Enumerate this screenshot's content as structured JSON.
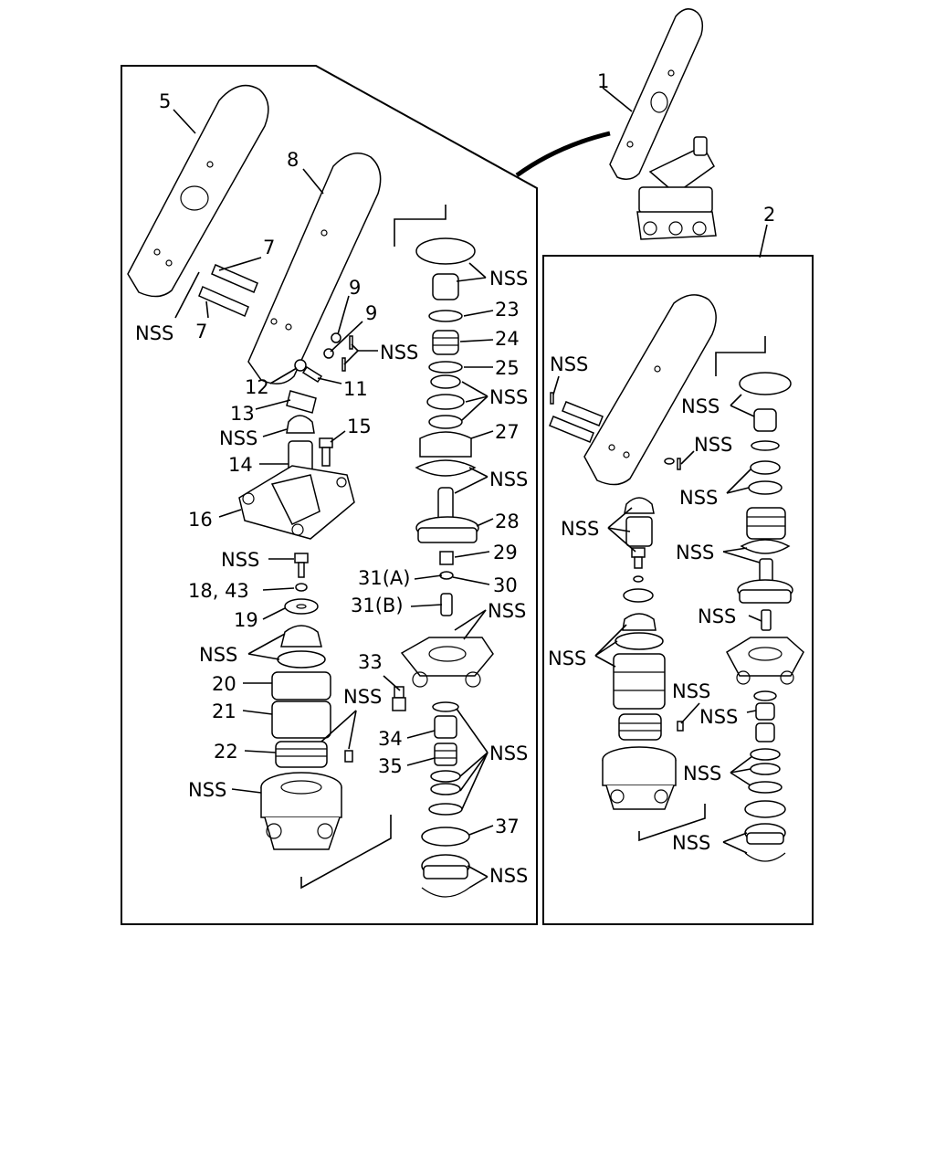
{
  "labels": {
    "p1": "1",
    "p2": "2",
    "p5": "5",
    "p7a": "7",
    "p7b": "7",
    "p8": "8",
    "p9a": "9",
    "p9b": "9",
    "p11": "11",
    "p12": "12",
    "p13": "13",
    "p14": "14",
    "p15": "15",
    "p16": "16",
    "p1843": "18, 43",
    "p19": "19",
    "p20": "20",
    "p21": "21",
    "p22": "22",
    "p23": "23",
    "p24": "24",
    "p25": "25",
    "p27": "27",
    "p28": "28",
    "p29": "29",
    "p30": "30",
    "p31a": "31(A)",
    "p31b": "31(B)",
    "p33": "33",
    "p34": "34",
    "p35": "35",
    "p37": "37",
    "nss": "NSS"
  }
}
